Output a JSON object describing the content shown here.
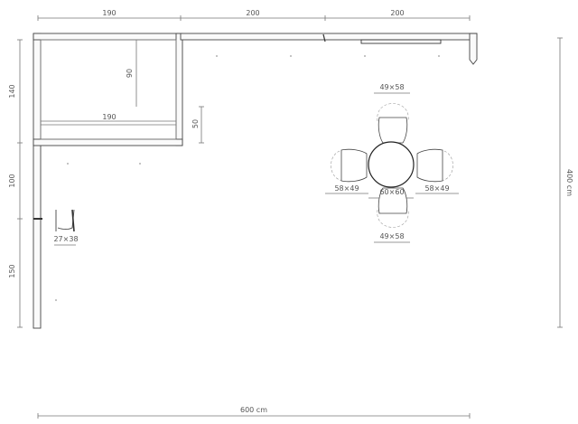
{
  "dimensions": {
    "top_left": "190",
    "top_mid": "200",
    "top_right": "200",
    "left_top": "140",
    "left_mid": "100",
    "left_bottom": "150",
    "inner_height": "90",
    "inner_width": "190",
    "step_depth": "50",
    "total_width": "600 cm",
    "total_height": "400 cm"
  },
  "furniture": {
    "chair_top": "49×58",
    "chair_left": "58×49",
    "table": "60×60",
    "chair_right": "58×49",
    "chair_bottom": "49×58",
    "small_item": "27×38"
  }
}
